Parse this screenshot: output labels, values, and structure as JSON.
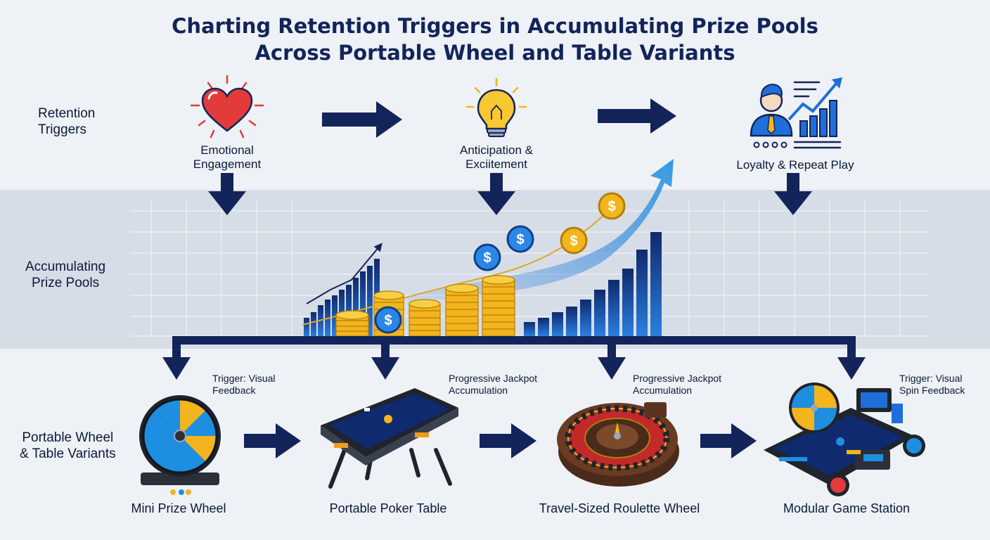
{
  "title": {
    "line1": "Charting Retention Triggers in Accumulating Prize Pools",
    "line2": "Across Portable Wheel and Table Variants"
  },
  "rows": {
    "retention": [
      "Retention",
      "Triggers"
    ],
    "pools": [
      "Accumulating",
      "Prize Pools"
    ],
    "variants": [
      "Portable Wheel",
      "& Table Variants"
    ]
  },
  "triggers": [
    {
      "lines": [
        "Emotional",
        "Engagement"
      ],
      "icon": "heart-icon"
    },
    {
      "lines": [
        "Anticipation &",
        "Exciitement"
      ],
      "icon": "lightbulb-icon"
    },
    {
      "lines": [
        "Loyalty & Repeat Play"
      ],
      "icon": "growth-chart-person-icon"
    }
  ],
  "variants": [
    {
      "label": "Mini Prize Wheel",
      "icon": "prize-wheel-icon"
    },
    {
      "label": "Portable Poker Table",
      "icon": "poker-table-icon"
    },
    {
      "label": "Travel-Sized Roulette Wheel",
      "icon": "roulette-wheel-icon"
    },
    {
      "label": "Modular Game Station",
      "icon": "game-station-icon"
    }
  ],
  "notes": [
    [
      "Trigger: Visual",
      "Feedback"
    ],
    [
      "Progressive Jackpot",
      "Accumulation"
    ],
    [
      "Progressive Jackpot",
      "Accumulation"
    ],
    [
      "Trigger: Visual",
      "Spin Feedback"
    ]
  ],
  "coin_symbol": "$",
  "colors": {
    "navy": "#13245a",
    "blue": "#1e6fd9",
    "gold": "#f3b51d",
    "heart_red": "#e33b3b",
    "band": "#d6dde6"
  }
}
